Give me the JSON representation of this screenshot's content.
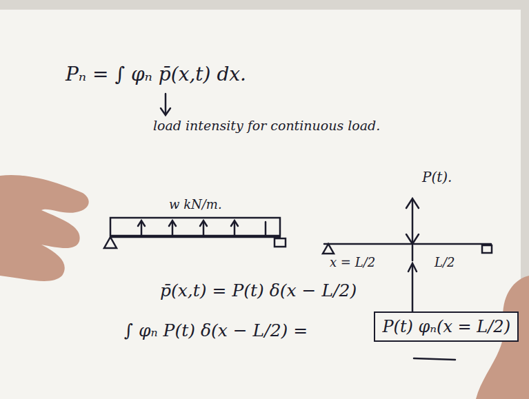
{
  "diagram": {
    "nodes": [
      {
        "text": [
          "P(t) φₙ(x = L/2)"
        ]
      }
    ],
    "labels": [
      "Pₙ = ∫ φₙ p̄(x,t) dx.",
      "load intensity for continuous load.",
      "w kN/m.",
      "P(t).",
      "x = L/2",
      "L/2",
      "p̄(x,t) = P(t) δ(x − L/2)",
      "∫ φₙ P(t) δ(x − L/2)  ="
    ]
  }
}
